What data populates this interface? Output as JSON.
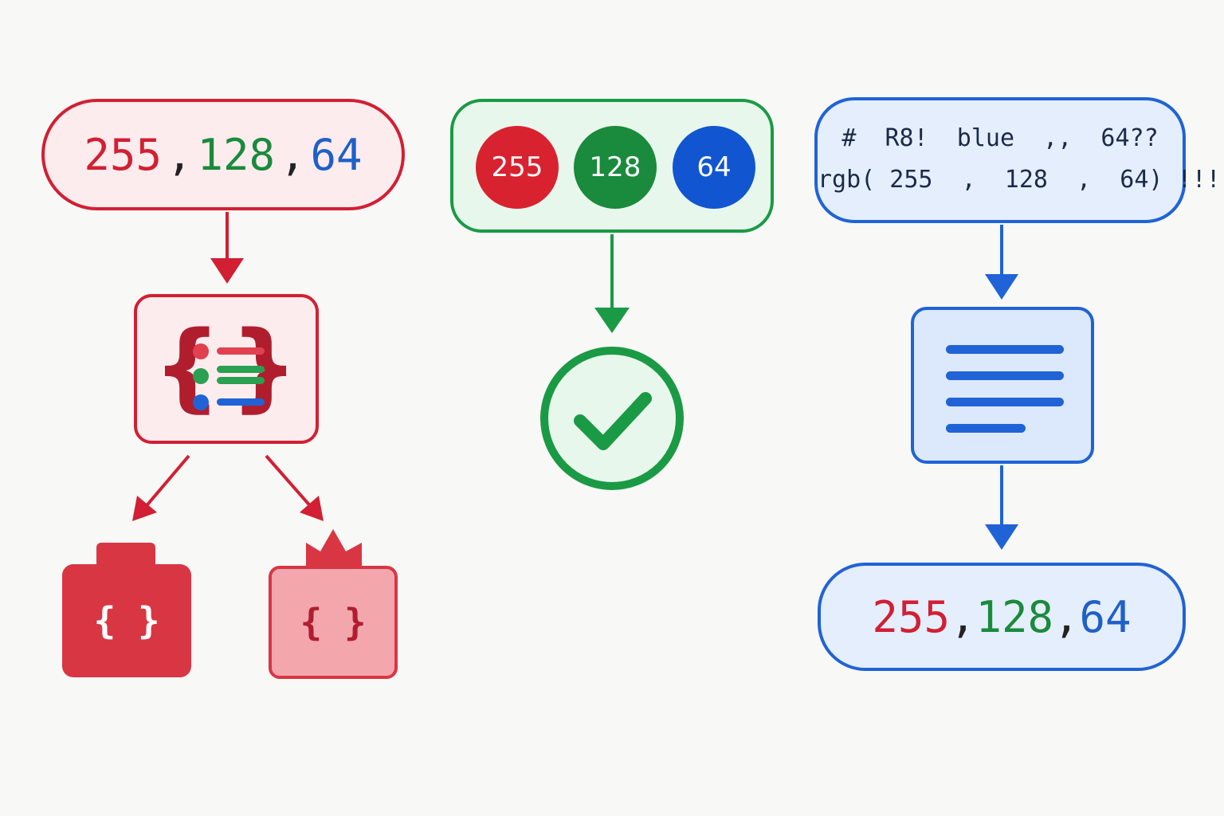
{
  "colors": {
    "red": "#d21f33",
    "green": "#1a9a44",
    "blue": "#1f63d6",
    "red_light": "#fdecee",
    "green_light": "#e8f7ec",
    "blue_light": "#e5eefc"
  },
  "left_flow": {
    "input_values": [
      "255",
      "128",
      "64"
    ],
    "separator": ",",
    "parser_icon": "list-braces-icon",
    "outputs": [
      {
        "label": "{ }",
        "icon": "object-block-icon"
      },
      {
        "label": "{ }",
        "icon": "object-block-crown-icon"
      }
    ]
  },
  "middle_flow": {
    "values": [
      "255",
      "128",
      "64"
    ],
    "result_icon": "check-circle-icon"
  },
  "right_flow": {
    "raw_line_1": "#  R8!  blue  ,,  64??",
    "raw_line_2": "rgb( 255  ,  128  ,  64) !!!",
    "document_icon": "document-lines-icon",
    "output_values": [
      "255",
      "128",
      "64"
    ],
    "separator": ","
  }
}
